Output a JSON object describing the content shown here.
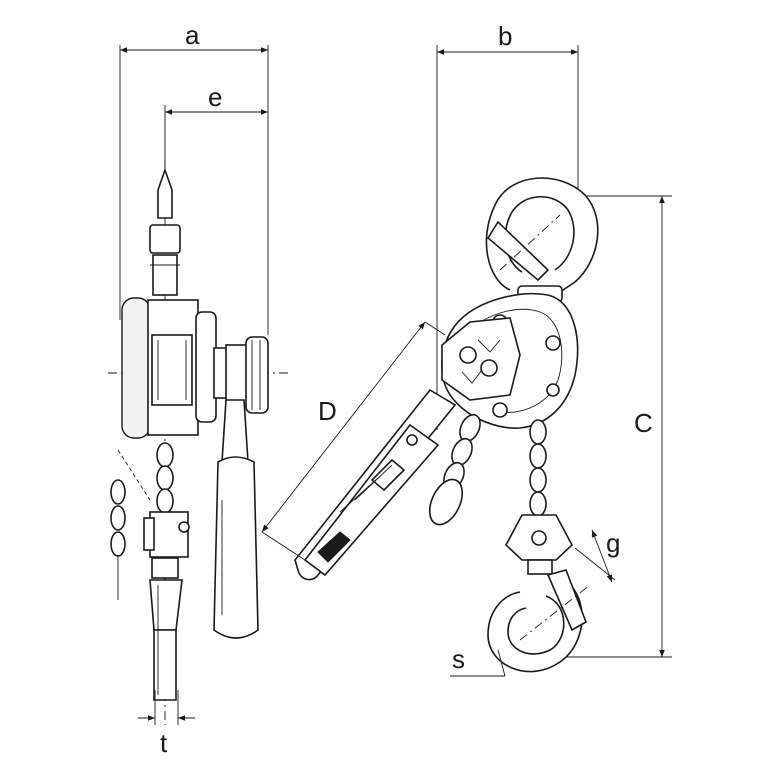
{
  "diagram": {
    "dimension_labels": {
      "a": "a",
      "e": "e",
      "b": "b",
      "C": "C",
      "D": "D",
      "g": "g",
      "s": "s",
      "t": "t"
    }
  }
}
